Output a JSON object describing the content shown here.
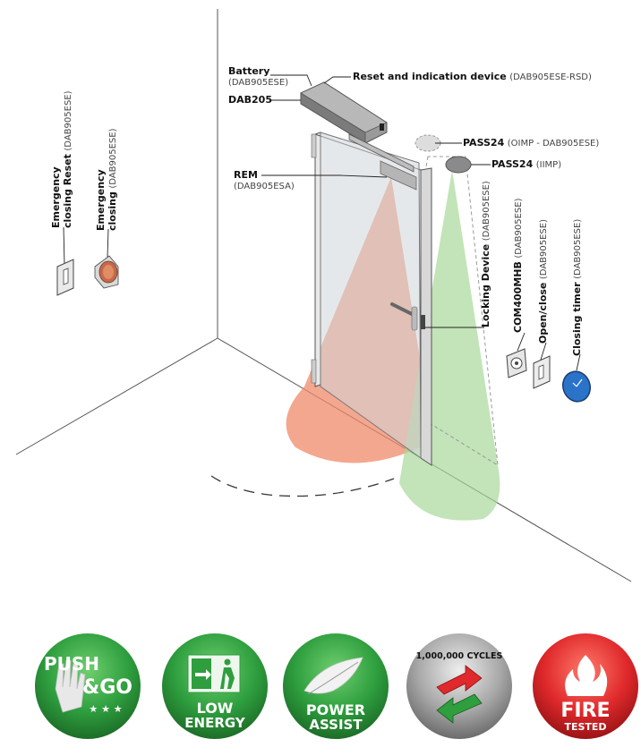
{
  "labels": {
    "battery": "Battery",
    "battery_code": "(DAB905ESE)",
    "reset_device": "Reset and indication device",
    "reset_device_code": "(DAB905ESE-RSD)",
    "dab205": "DAB205",
    "rem": "REM",
    "rem_code": "(DAB905ESA)",
    "pass24_oimp": "PASS24",
    "pass24_oimp_code": "(OIMP - DAB905ESE)",
    "pass24_iimp": "PASS24",
    "pass24_iimp_code": "(IIMP)",
    "emergency_reset_1": "Emergency",
    "emergency_reset_2": "closing Reset",
    "emergency_reset_code": "(DAB905ESE)",
    "emergency_closing_1": "Emergency",
    "emergency_closing_2": "closing",
    "emergency_closing_code": "(DAB905ESE)",
    "locking_device": "Locking Device",
    "locking_device_code": "(DAB905ESE)",
    "com400mhb": "COM400MHB",
    "com400mhb_code": "(DAB905ESE)",
    "open_close": "Open/close",
    "open_close_code": "(DAB905ESE)",
    "closing_timer": "Closing timer",
    "closing_timer_code": "(DAB905ESE)"
  },
  "badges": {
    "push_go_1": "PUSH",
    "push_go_2": "&GO",
    "push_go_stars": "★ ★ ★",
    "low_energy_1": "LOW",
    "low_energy_2": "ENERGY",
    "power_assist_1": "POWER",
    "power_assist_2": "ASSIST",
    "cycles": "1,000,000 CYCLES",
    "fire_1": "FIRE",
    "fire_2": "TESTED"
  },
  "colors": {
    "green_badge": "#2e9e3e",
    "red_badge": "#e0292c",
    "grey_badge": "#a8a8a8",
    "sensor_red": "#f08a6a",
    "sensor_green": "#a8d89a",
    "timer_blue": "#2b73c9"
  }
}
